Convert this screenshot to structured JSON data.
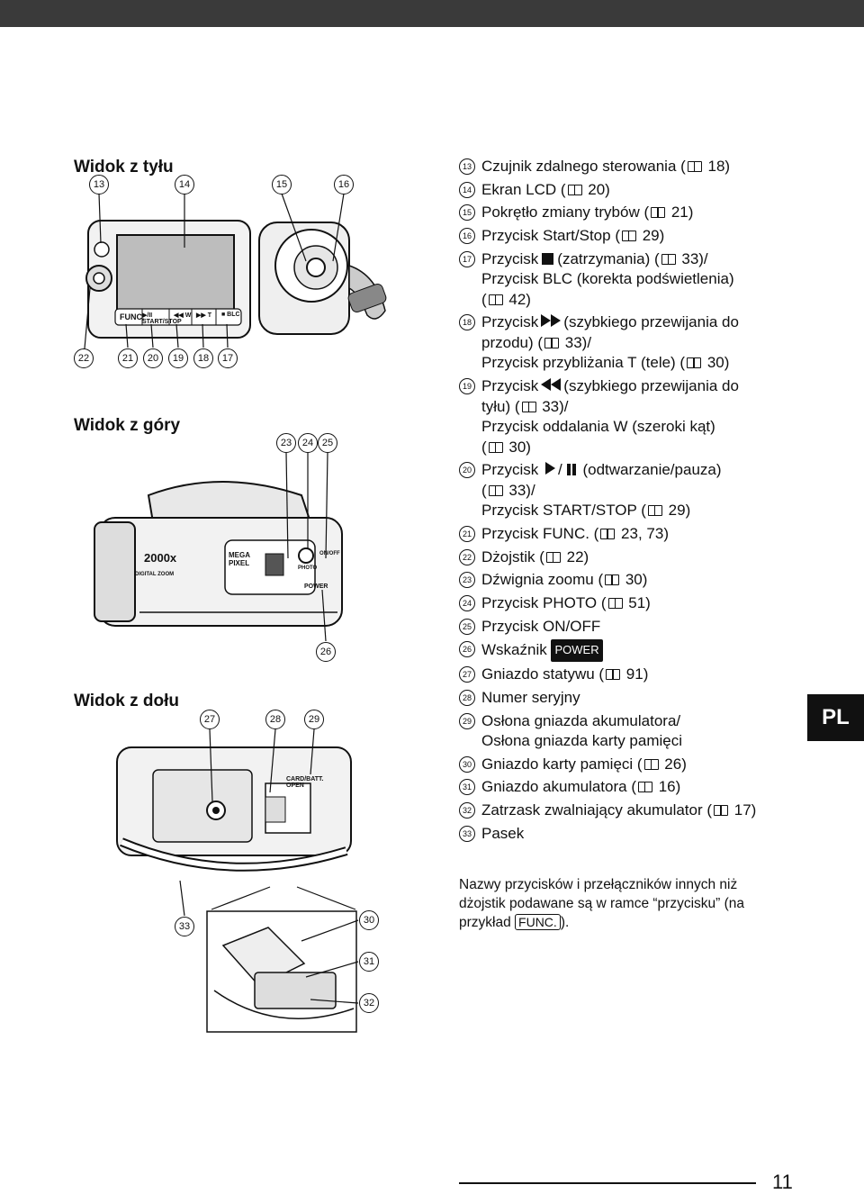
{
  "headings": {
    "rear": "Widok z tyłu",
    "top": "Widok z góry",
    "bottom": "Widok z dołu"
  },
  "callouts": {
    "c13": "13",
    "c14": "14",
    "c15": "15",
    "c16": "16",
    "c17": "17",
    "c18": "18",
    "c19": "19",
    "c20": "20",
    "c21": "21",
    "c22": "22",
    "c23": "23",
    "c24": "24",
    "c25": "25",
    "c26": "26",
    "c27": "27",
    "c28": "28",
    "c29": "29",
    "c30": "30",
    "c31": "31",
    "c32": "32",
    "c33": "33"
  },
  "camera_labels": {
    "func": "FUNC.",
    "startstop": "▶/II START/STOP",
    "w": "◀◀ W",
    "t": "▶▶ T",
    "blc": "■ BLC",
    "zoom": "2000x",
    "digital_zoom": "DIGITAL ZOOM",
    "mega": "MEGA PIXEL",
    "photo": "PHOTO",
    "onoff": "ON/OFF",
    "power": "POWER",
    "card_batt": "CARD/BATT. OPEN"
  },
  "items": [
    {
      "num": "13",
      "text": "Czujnik zdalnego sterowania (",
      "page": " 18)"
    },
    {
      "num": "14",
      "text": "Ekran LCD (",
      "page": " 20)"
    },
    {
      "num": "15",
      "text": "Pokrętło zmiany trybów (",
      "page": " 21)"
    },
    {
      "num": "16",
      "text": "Przycisk Start/Stop (",
      "page": " 29)"
    },
    {
      "num": "17",
      "pre": "Przycisk",
      "mid": "(zatrzymania) (",
      "page": " 33)/",
      "l2": "Przycisk BLC (korekta podświetlenia)",
      "l3a": "(",
      "l3b": " 42)"
    },
    {
      "num": "18",
      "pre": "Przycisk",
      "mid": "(szybkiego przewijania do",
      "l2a": "przodu) (",
      "l2b": " 33)/",
      "l3a": "Przycisk przybliżania T (tele) (",
      "l3b": " 30)"
    },
    {
      "num": "19",
      "pre": "Przycisk",
      "mid": "(szybkiego przewijania do",
      "l2a": "tyłu) (",
      "l2b": " 33)/",
      "l3": "Przycisk oddalania W (szeroki kąt)",
      "l4a": "(",
      "l4b": " 30)"
    },
    {
      "num": "20",
      "pre": "Przycisk",
      "slash": "/",
      "mid": "(odtwarzanie/pauza)",
      "l2a": "(",
      "l2b": " 33)/",
      "l3a": "Przycisk START/STOP (",
      "l3b": " 29)"
    },
    {
      "num": "21",
      "text": "Przycisk FUNC. (",
      "page": " 23, 73)"
    },
    {
      "num": "22",
      "text": "Dżojstik (",
      "page": " 22)"
    },
    {
      "num": "23",
      "text": "Dźwignia zoomu (",
      "page": " 30)"
    },
    {
      "num": "24",
      "text": "Przycisk PHOTO (",
      "page": " 51)"
    },
    {
      "num": "25",
      "text": "Przycisk ON/OFF"
    },
    {
      "num": "26",
      "text": "Wskaźnik",
      "badge": "POWER"
    },
    {
      "num": "27",
      "text": "Gniazdo statywu (",
      "page": " 91)"
    },
    {
      "num": "28",
      "text": "Numer seryjny"
    },
    {
      "num": "29",
      "text": "Osłona gniazda akumulatora/",
      "l2": "Osłona gniazda karty pamięci"
    },
    {
      "num": "30",
      "text": "Gniazdo karty pamięci (",
      "page": " 26)"
    },
    {
      "num": "31",
      "text": "Gniazdo akumulatora (",
      "page": " 16)"
    },
    {
      "num": "32",
      "text": "Zatrzask zwalniający akumulator (",
      "page": " 17)"
    },
    {
      "num": "33",
      "text": "Pasek"
    }
  ],
  "note": {
    "line1": "Nazwy przycisków i przełączników innych niż",
    "line2": "dżojstik podawane są w ramce “przycisku” (na",
    "line3a": "przykład",
    "func": "FUNC.",
    "line3b": ")."
  },
  "tab": "PL",
  "page_number": "11"
}
